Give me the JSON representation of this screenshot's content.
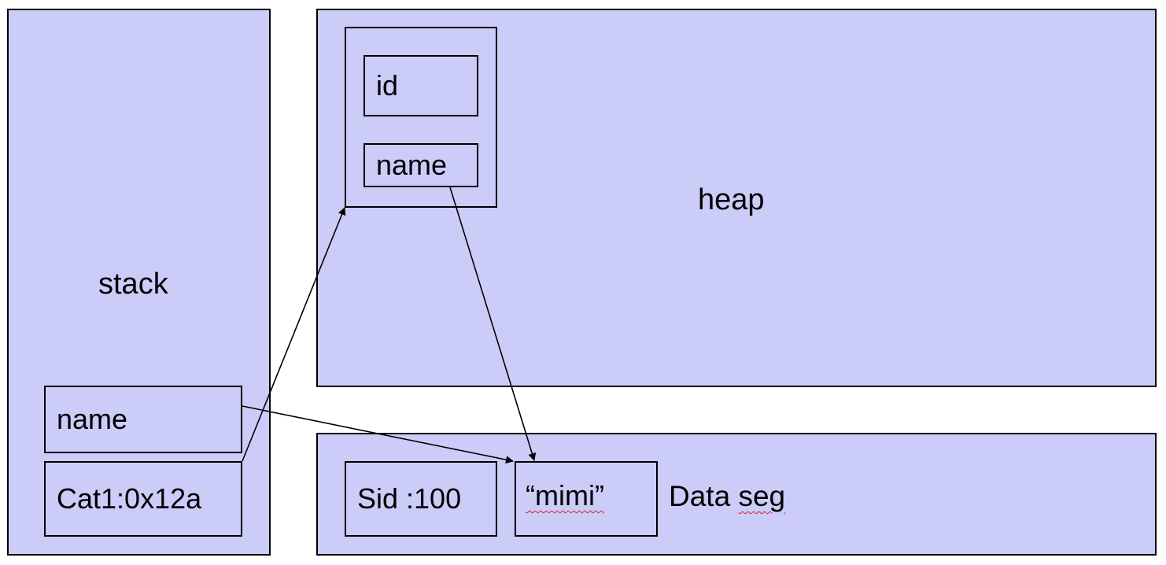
{
  "colors": {
    "region_fill": "#ccccf9",
    "border": "#000000",
    "arrow": "#000000",
    "spellcheck_underline": "#e02020"
  },
  "stack": {
    "label": "stack",
    "name_cell": "name",
    "cat_cell": "Cat1:0x12a"
  },
  "heap": {
    "label": "heap",
    "object": {
      "id_field": "id",
      "name_field": "name"
    }
  },
  "data_seg": {
    "label_word1": "Data",
    "label_word2": "seg",
    "sid_cell": "Sid :100",
    "mimi_cell": "“mimi”"
  }
}
